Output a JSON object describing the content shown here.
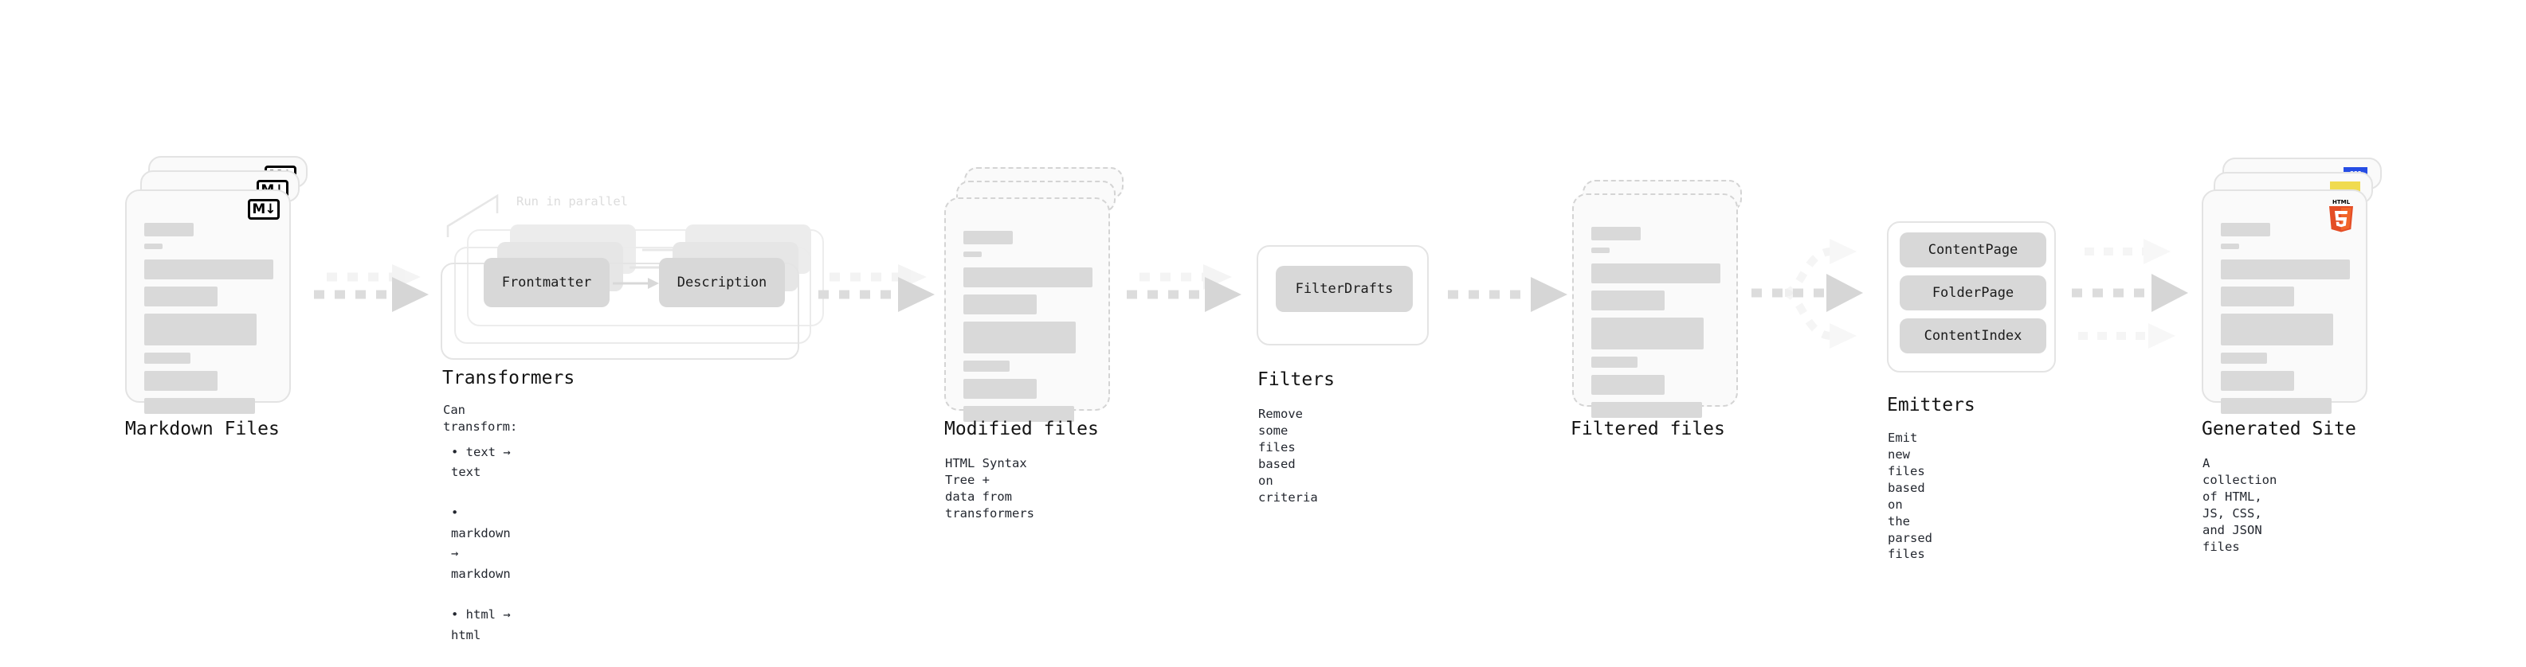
{
  "diagram": {
    "title_font_note": "",
    "accent_colors": {
      "markdown_badge": "#000000",
      "html5_badge": "#e44d26",
      "js_badge": "#f0db4f",
      "css_badge": "#264de4",
      "skeleton_bar": "#d9d9d9",
      "card_bg": "#fafafa",
      "card_border": "#e3e3e3",
      "pill_bg": "#d8d8d8",
      "arrow": "#dcdcdc",
      "arrow_strong": "#d2d2d2"
    }
  },
  "stages": [
    {
      "id": "markdown-files",
      "title": "Markdown Files",
      "description": "",
      "badge": "markdown-badge",
      "badge_text": "M↓",
      "card_count": 3,
      "card_style": "solid"
    },
    {
      "id": "transformers",
      "title": "Transformers",
      "description": "Can transform:",
      "annotation": "Run in parallel",
      "card_count": 3,
      "items": [
        {
          "label": "Frontmatter"
        },
        {
          "label": "Description"
        }
      ],
      "bullets": [
        "text  →  text",
        "markdown  →  markdown",
        "html  →  html"
      ]
    },
    {
      "id": "modified-files",
      "title": "Modified files",
      "description": "HTML Syntax Tree +\ndata from transformers",
      "card_count": 3,
      "card_style": "dashed"
    },
    {
      "id": "filters",
      "title": "Filters",
      "description": "Remove some files based\non criteria",
      "items": [
        {
          "label": "FilterDrafts"
        }
      ]
    },
    {
      "id": "filtered-files",
      "title": "Filtered files",
      "description": "",
      "card_count": 2,
      "card_style": "dashed"
    },
    {
      "id": "emitters",
      "title": "Emitters",
      "description": "Emit new files based on\nthe parsed files",
      "items": [
        {
          "label": "ContentPage"
        },
        {
          "label": "FolderPage"
        },
        {
          "label": "ContentIndex"
        }
      ]
    },
    {
      "id": "generated-site",
      "title": "Generated Site",
      "description": "A collection of HTML,\nJS, CSS, and JSON files",
      "card_count": 3,
      "card_style": "solid",
      "badges": [
        {
          "name": "css-badge",
          "text": "CSS"
        },
        {
          "name": "js-badge",
          "text": ""
        },
        {
          "name": "html5-badge",
          "text": "HTML"
        }
      ]
    }
  ],
  "html5_badge_label": "HTML",
  "html5_badge_digit": "5",
  "css_badge_label": "CSS"
}
